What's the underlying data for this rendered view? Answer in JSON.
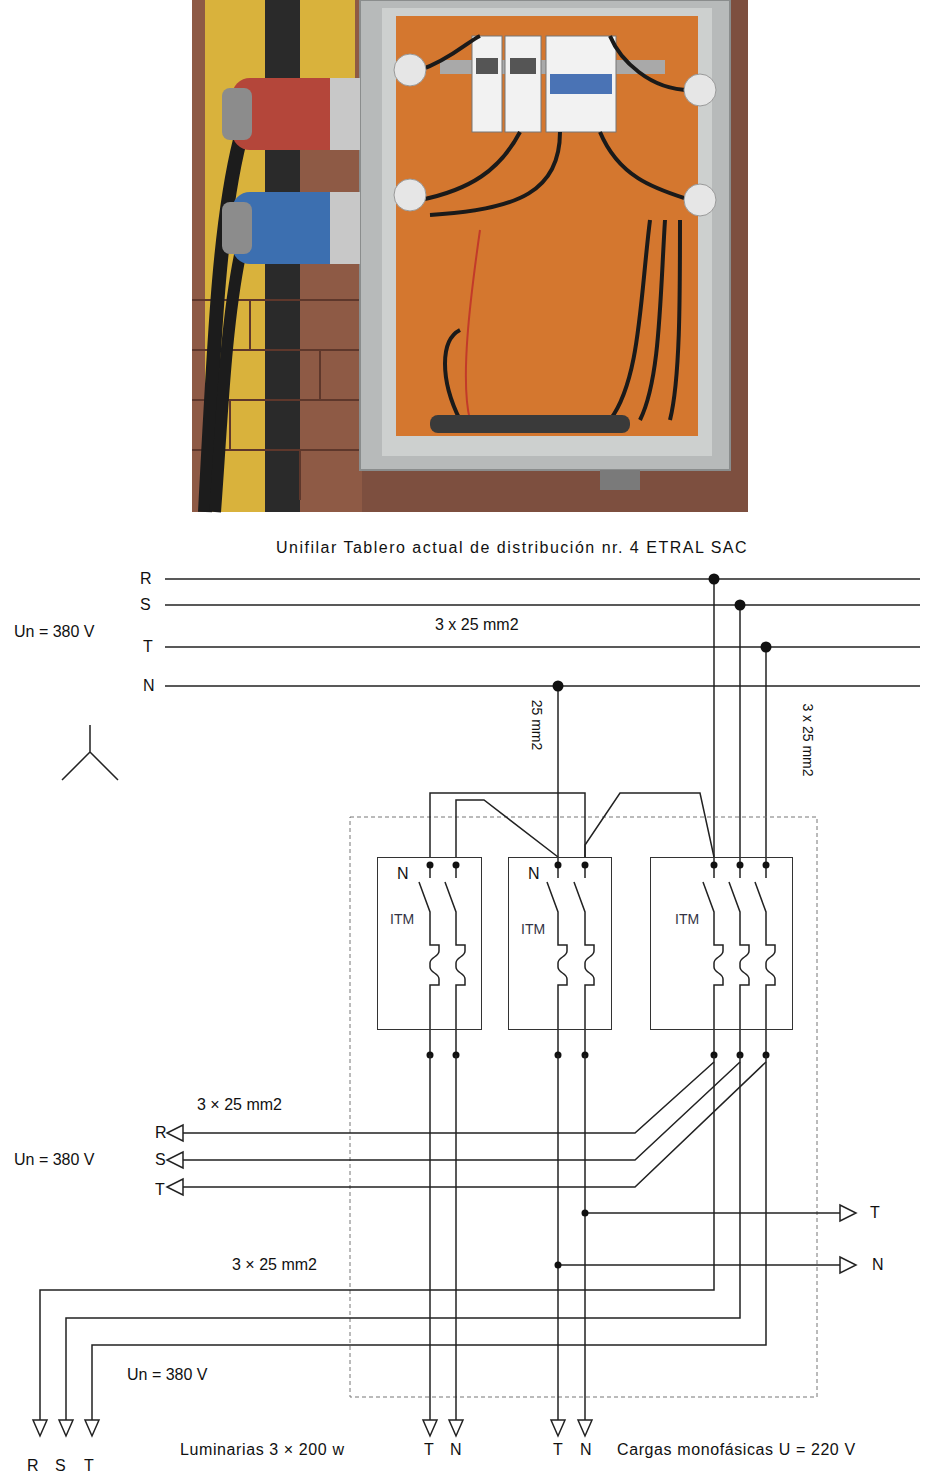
{
  "diagram": {
    "title": "Unifilar Tablero actual de distribución nr. 4 ETRAL SAC",
    "nodes": [
      {
        "text": [
          "N",
          "ITM"
        ]
      },
      {
        "text": [
          "N",
          "ITM"
        ]
      },
      {
        "text": [
          "ITM"
        ]
      }
    ],
    "edges": [
      {
        "from": 0,
        "to": 1,
        "arrow": "none"
      },
      {
        "from": 0,
        "to": 1,
        "arrow": "none"
      },
      {
        "from": 1,
        "to": 2,
        "arrow": "none"
      }
    ],
    "labels": [
      "R",
      "S",
      "Un = 380 V",
      "T",
      "3 x 25 mm2",
      "N",
      "25 mm2",
      "3 x 25 mm2",
      "3 × 25 mm2",
      "R",
      "Un = 380 V",
      "S",
      "T",
      "T",
      "3 × 25 mm2",
      "N",
      "Un = 380 V",
      "R",
      "S",
      "T",
      "Luminarias 3 × 200 w",
      "T",
      "N",
      "T",
      "N",
      "Cargas monofásicas U = 220 V"
    ]
  }
}
